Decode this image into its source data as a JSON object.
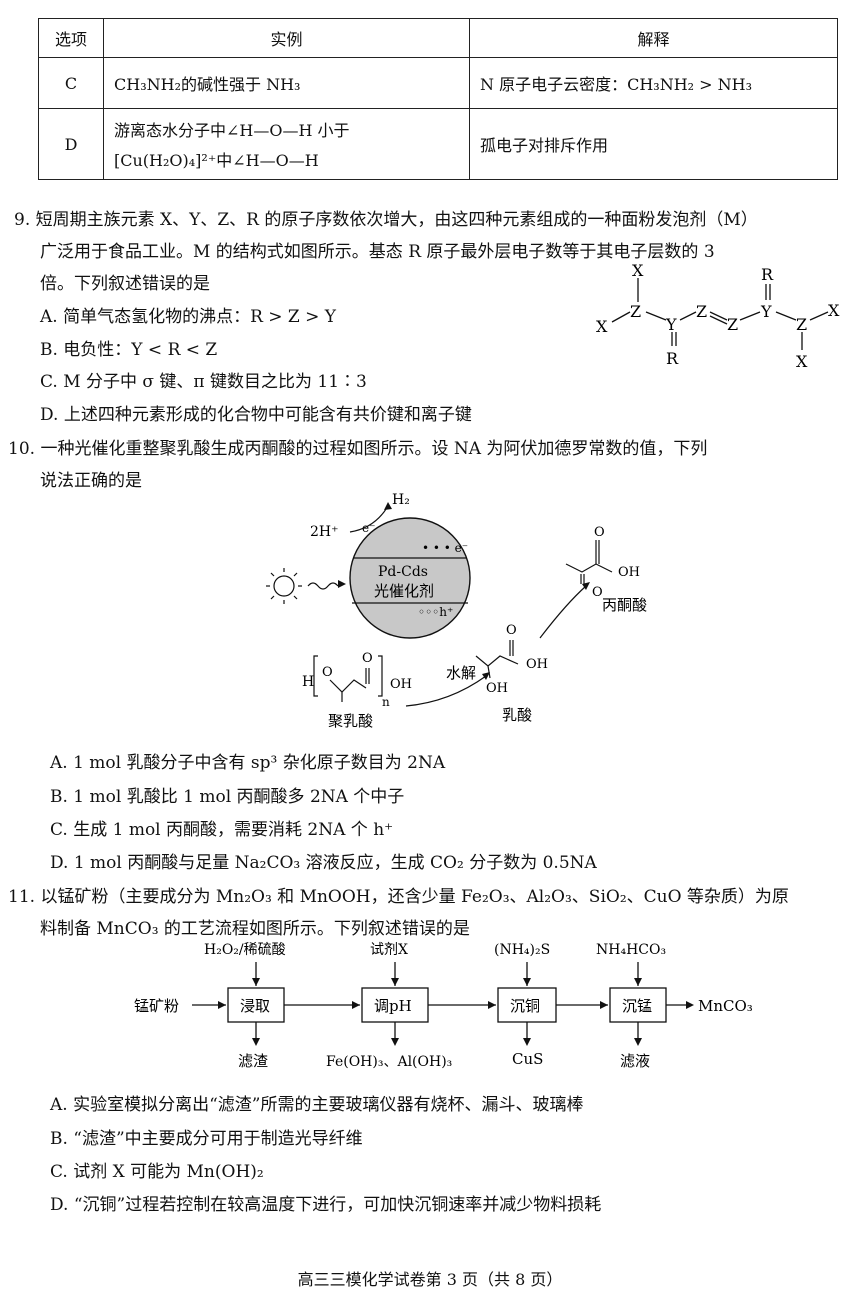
{
  "table": {
    "header": [
      "选项",
      "实例",
      "解释"
    ],
    "rows": [
      {
        "opt": "C",
        "example": "CH₃NH₂的碱性强于 NH₃",
        "explain": "N 原子电子云密度：CH₃NH₂ > NH₃"
      },
      {
        "opt": "D",
        "example_line1": "游离态水分子中∠H—O—H 小于",
        "example_line2": "[Cu(H₂O)₄]²⁺中∠H—O—H",
        "explain": "孤电子对排斥作用"
      }
    ]
  },
  "q9": {
    "stem_l1": "9. 短周期主族元素 X、Y、Z、R 的原子序数依次增大，由这四种元素组成的一种面粉发泡剂（M）",
    "stem_l2": "广泛用于食品工业。M 的结构式如图所示。基态 R 原子最外层电子数等于其电子层数的 3",
    "stem_l3": "倍。下列叙述错误的是",
    "A": "A. 简单气态氢化物的沸点：R > Z > Y",
    "B": "B. 电负性：Y < R < Z",
    "C": "C. M 分子中 σ 键、π 键数目之比为 11∶3",
    "D": "D. 上述四种元素形成的化合物中可能含有共价键和离子键",
    "struct": {
      "X": "X",
      "Y": "Y",
      "Z": "Z",
      "R": "R"
    }
  },
  "q10": {
    "stem_l1": "10. 一种光催化重整聚乳酸生成丙酮酸的过程如图所示。设 NA 为阿伏加德罗常数的值，下列",
    "stem_l2": "说法正确的是",
    "fig": {
      "h2": "H₂",
      "h_plus": "2H⁺",
      "e_minus": "e⁻",
      "e_dots": "• • • e⁻",
      "cat1": "Pd-Cds",
      "cat2": "光催化剂",
      "h_dots": "◦◦◦h⁺",
      "polylactic": "聚乳酸",
      "hydrolysis": "水解",
      "lactic": "乳酸",
      "pyruvic": "丙酮酸",
      "O": "O",
      "OH": "OH",
      "H": "H",
      "n": "n"
    },
    "A": "A. 1 mol 乳酸分子中含有 sp³ 杂化原子数目为 2NA",
    "B": "B. 1 mol 乳酸比 1 mol 丙酮酸多 2NA 个中子",
    "C": "C. 生成 1 mol 丙酮酸，需要消耗 2NA 个 h⁺",
    "D": "D. 1 mol 丙酮酸与足量 Na₂CO₃ 溶液反应，生成 CO₂ 分子数为 0.5NA"
  },
  "q11": {
    "stem_l1": "11. 以锰矿粉（主要成分为 Mn₂O₃ 和 MnOOH，还含少量 Fe₂O₃、Al₂O₃、SiO₂、CuO 等杂质）为原",
    "stem_l2": "料制备 MnCO₃ 的工艺流程如图所示。下列叙述错误的是",
    "flow": {
      "in1": "H₂O₂/稀硫酸",
      "in2": "试剂X",
      "in3": "(NH₄)₂S",
      "in4": "NH₄HCO₃",
      "start": "锰矿粉",
      "b1": "浸取",
      "b2": "调pH",
      "b3": "沉铜",
      "b4": "沉锰",
      "end": "MnCO₃",
      "out1": "滤渣",
      "out2": "Fe(OH)₃、Al(OH)₃",
      "out3": "CuS",
      "out4": "滤液"
    },
    "A": "A. 实验室模拟分离出“滤渣”所需的主要玻璃仪器有烧杯、漏斗、玻璃棒",
    "B": "B. “滤渣”中主要成分可用于制造光导纤维",
    "C": "C. 试剂 X 可能为 Mn(OH)₂",
    "D": "D. “沉铜”过程若控制在较高温度下进行，可加快沉铜速率并减少物料损耗"
  },
  "footer": "高三三模化学试卷第 3 页（共 8 页）"
}
